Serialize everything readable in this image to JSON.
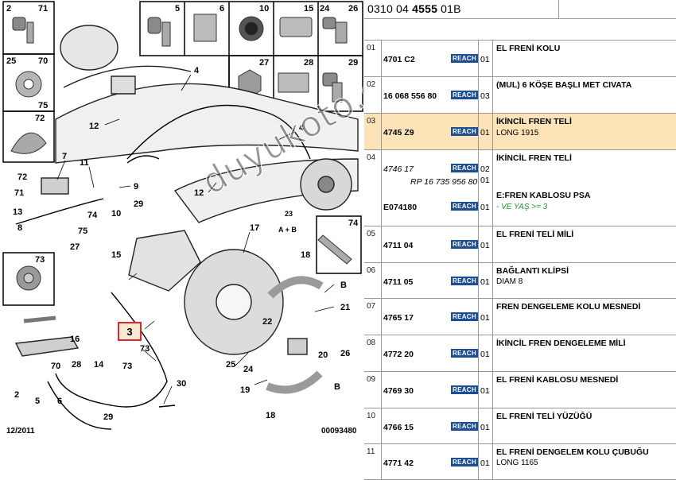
{
  "header": {
    "prefix": "0310 04 ",
    "code": "4555",
    "suffix": " 01B"
  },
  "diagram": {
    "date": "12/2011",
    "ref": "00093480",
    "watermark": "duyukoto.com",
    "highlighted_callout": "3",
    "axle_label": "A + B",
    "axle_callout": "23",
    "inset_labels": {
      "i2": "2",
      "i71": "71",
      "i25": "25",
      "i70": "70",
      "i75": "75",
      "i72": "72",
      "i5": "5",
      "i6": "6",
      "i10": "10",
      "i15": "15",
      "i24": "24",
      "i26": "26",
      "i27": "27",
      "i28": "28",
      "i29": "29",
      "i73": "73",
      "i74": "74"
    },
    "callouts": {
      "c4a": "4",
      "c4b": "4",
      "c12a": "12",
      "c12b": "12",
      "c7": "7",
      "c11": "11",
      "c9": "9",
      "c72": "72",
      "c71": "71",
      "c13": "13",
      "c74a": "74",
      "c10": "10",
      "c29a": "29",
      "c8": "8",
      "c75": "75",
      "c27": "27",
      "c15": "15",
      "c17": "17",
      "c18a": "18",
      "cB1": "B",
      "c21": "21",
      "c22": "22",
      "c26": "26",
      "c20": "20",
      "c25": "25",
      "c24": "24",
      "c19": "19",
      "cB2": "B",
      "c18b": "18",
      "c30": "30",
      "c73a": "73",
      "c73b": "73",
      "c14": "14",
      "c28": "28",
      "c70": "70",
      "c16": "16",
      "c6": "6",
      "c2": "2",
      "c5": "5",
      "c29b": "29"
    }
  },
  "parts": [
    {
      "idx": "01",
      "number": "4701 C2",
      "reach": "REACH",
      "qty": "01",
      "title": "EL FRENİ KOLU",
      "detail": ""
    },
    {
      "idx": "02",
      "number": "16 068 556 80",
      "reach": "REACH",
      "qty": "03",
      "title": "(MUL) 6 KÖŞE BAŞLI MET CIVATA",
      "detail": ""
    },
    {
      "idx": "03",
      "number": "4745 Z9",
      "reach": "REACH",
      "qty": "01",
      "title": "İKİNCİL FREN TELİ",
      "detail": "LONG 1915"
    },
    {
      "idx": "04",
      "number": "4746 17",
      "number2": "RP 16 735 956 80",
      "number3": "E074180",
      "reach": "REACH",
      "qty": "01",
      "qty2": "02",
      "qty3": "01",
      "title": "İKİNCİL FREN TELİ",
      "title2": "E:FREN KABLOSU PSA",
      "detail": "- VE YAŞ >= 3"
    },
    {
      "idx": "05",
      "number": "4711 04",
      "reach": "REACH",
      "qty": "01",
      "title": "EL FRENİ TELİ MİLİ",
      "detail": ""
    },
    {
      "idx": "06",
      "number": "4711 05",
      "reach": "REACH",
      "qty": "01",
      "title": "BAĞLANTI KLİPSİ",
      "detail": "DIAM 8"
    },
    {
      "idx": "07",
      "number": "4765 17",
      "reach": "REACH",
      "qty": "01",
      "title": "FREN DENGELEME KOLU MESNEDİ",
      "detail": ""
    },
    {
      "idx": "08",
      "number": "4772 20",
      "reach": "REACH",
      "qty": "01",
      "title": "İKİNCİL FREN DENGELEME MİLİ",
      "detail": ""
    },
    {
      "idx": "09",
      "number": "4769 30",
      "reach": "REACH",
      "qty": "01",
      "title": "EL FRENİ KABLOSU MESNEDİ",
      "detail": ""
    },
    {
      "idx": "10",
      "number": "4766 15",
      "reach": "REACH",
      "qty": "01",
      "title": "EL FRENİ TELİ YÜZÜĞÜ",
      "detail": ""
    },
    {
      "idx": "11",
      "number": "4771 42",
      "reach": "REACH",
      "qty": "01",
      "title": "EL FRENİ DENGELEM KOLU ÇUBUĞU",
      "detail": "LONG 1165"
    }
  ]
}
